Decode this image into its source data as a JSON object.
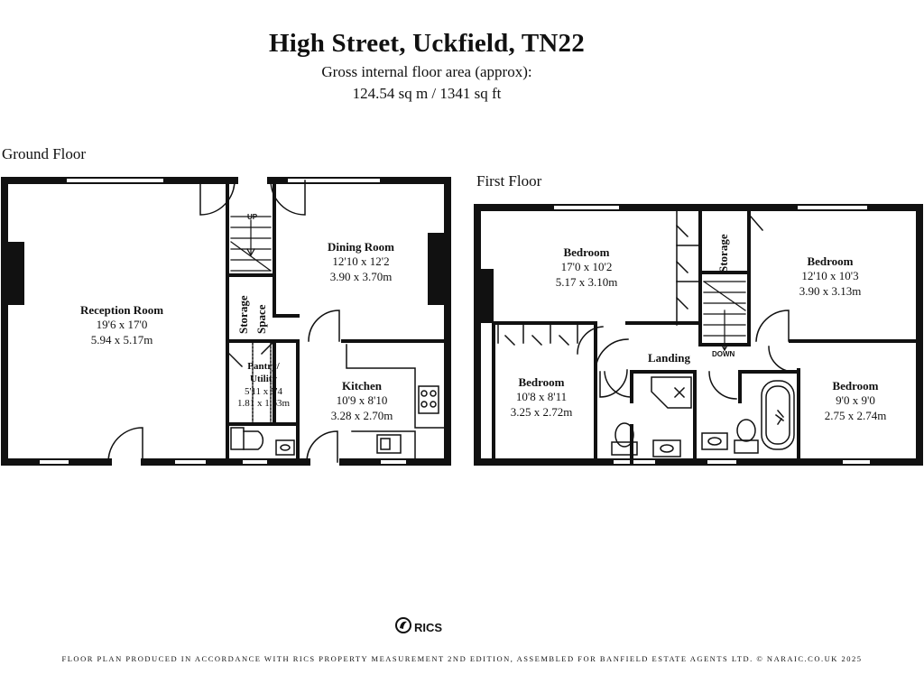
{
  "header": {
    "title": "High Street, Uckfield, TN22",
    "area_label": "Gross internal floor area (approx):",
    "area_value": "124.54 sq m / 1341 sq ft"
  },
  "ground_floor": {
    "label": "Ground Floor",
    "stairs_label": "UP",
    "rooms": {
      "reception": {
        "name": "Reception Room",
        "imperial": "19'6 x 17'0",
        "metric": "5.94 x 5.17m"
      },
      "dining": {
        "name": "Dining Room",
        "imperial": "12'10 x 12'2",
        "metric": "3.90 x 3.70m"
      },
      "storage": {
        "name": "Storage Space",
        "line1": "Storage",
        "line2": "Space"
      },
      "pantry": {
        "name": "Pantry/ Utility",
        "line1": "Pantry/",
        "line2": "Utility",
        "imperial": "5'11 x 5'4",
        "metric": "1.81 x 1.63m"
      },
      "kitchen": {
        "name": "Kitchen",
        "imperial": "10'9 x 8'10",
        "metric": "3.28 x 2.70m"
      }
    }
  },
  "first_floor": {
    "label": "First Floor",
    "stairs_label": "DOWN",
    "landing": "Landing",
    "rooms": {
      "bed1": {
        "name": "Bedroom",
        "imperial": "17'0 x 10'2",
        "metric": "5.17 x 3.10m"
      },
      "storage": {
        "name": "Storage"
      },
      "bed2": {
        "name": "Bedroom",
        "imperial": "12'10 x 10'3",
        "metric": "3.90 x 3.13m"
      },
      "bed3": {
        "name": "Bedroom",
        "imperial": "10'8 x 8'11",
        "metric": "3.25 x 2.72m"
      },
      "bed4": {
        "name": "Bedroom",
        "imperial": "9'0 x 9'0",
        "metric": "2.75 x 2.74m"
      }
    }
  },
  "logo": {
    "text": "RICS",
    "icon": "rics-logo-icon"
  },
  "footer": {
    "text": "FLOOR PLAN PRODUCED IN ACCORDANCE WITH RICS PROPERTY MEASUREMENT 2ND EDITION, ASSEMBLED FOR BANFIELD ESTATE AGENTS LTD. © NARAIC.CO.UK 2025"
  },
  "colors": {
    "wall": "#111111",
    "background": "#ffffff"
  }
}
